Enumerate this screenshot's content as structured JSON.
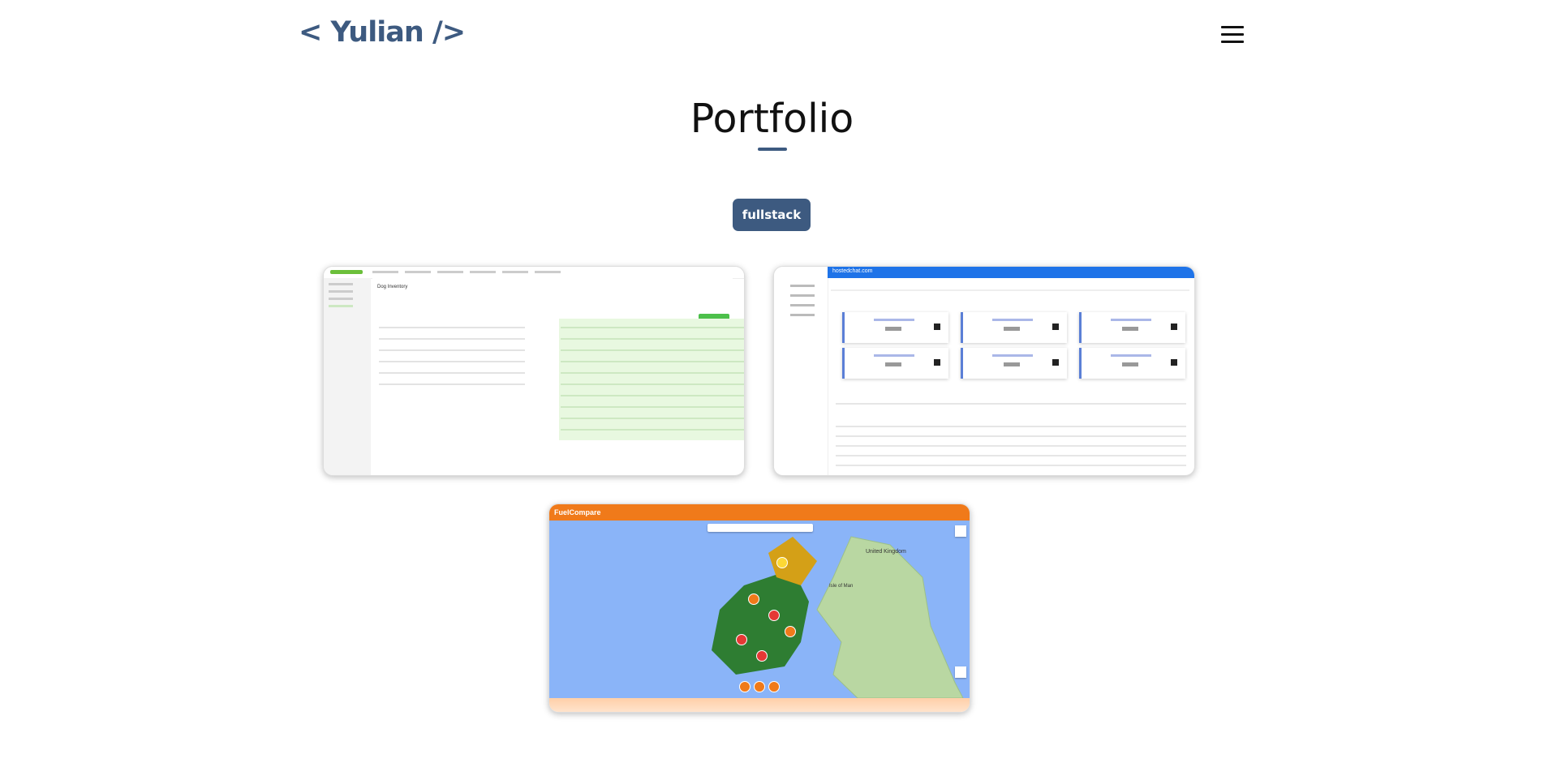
{
  "header": {
    "logo": "< Yulian />",
    "menu_icon": "hamburger-menu-icon"
  },
  "section": {
    "title": "Portfolio"
  },
  "filters": {
    "active": "fullstack"
  },
  "projects": [
    {
      "screenshot": "dog-inventory-dashboard",
      "caption": "Dog Inventory"
    },
    {
      "screenshot": "analytics-dashboard",
      "caption": "hostedchat.com"
    },
    {
      "screenshot": "fuel-compare-map",
      "caption": "FuelCompare"
    }
  ],
  "map_labels": {
    "uk": "United Kingdom",
    "isle_of_man": "Isle of Man"
  },
  "colors": {
    "brand": "#3d5a80",
    "fuel_orange": "#f07a1a",
    "dashboard_blue": "#1e73e8"
  }
}
